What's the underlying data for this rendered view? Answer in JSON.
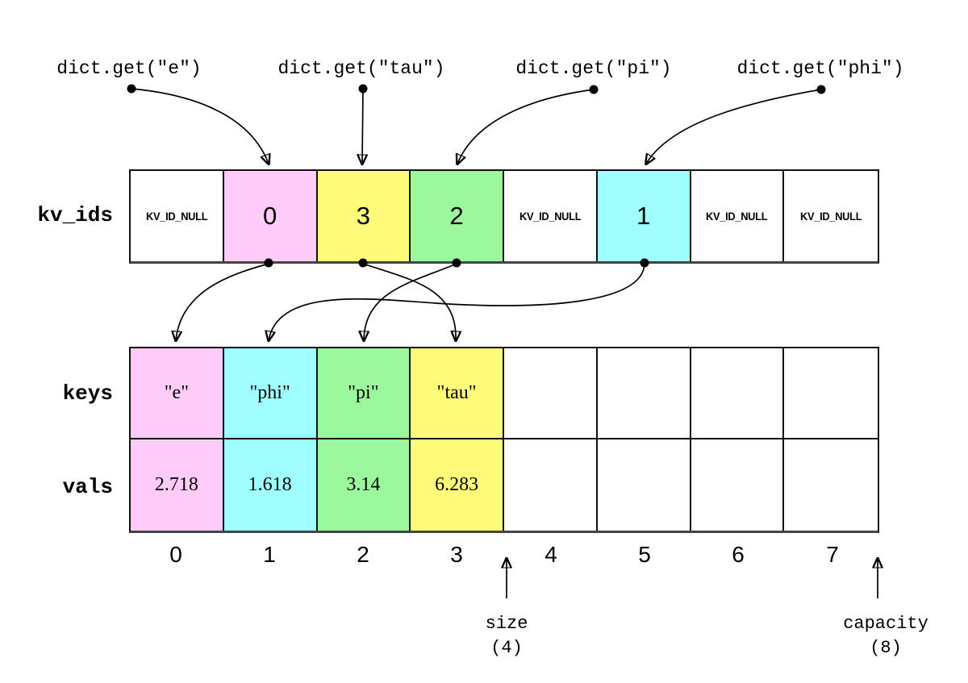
{
  "colors": {
    "pink": "#ffccfa",
    "yellow": "#fffc79",
    "green": "#9cf89c",
    "cyan": "#9ffffe",
    "white": "#ffffff",
    "line": "#000000"
  },
  "lookups": {
    "e": {
      "label": "dict.get(\"e\")"
    },
    "tau": {
      "label": "dict.get(\"tau\")"
    },
    "pi": {
      "label": "dict.get(\"pi\")"
    },
    "phi": {
      "label": "dict.get(\"phi\")"
    }
  },
  "kv_ids": {
    "label": "kv_ids",
    "cells": [
      {
        "text": "KV_ID_NULL",
        "color": "white",
        "kind": "null"
      },
      {
        "text": "0",
        "color": "pink",
        "kind": "id"
      },
      {
        "text": "3",
        "color": "yellow",
        "kind": "id"
      },
      {
        "text": "2",
        "color": "green",
        "kind": "id"
      },
      {
        "text": "KV_ID_NULL",
        "color": "white",
        "kind": "null"
      },
      {
        "text": "1",
        "color": "cyan",
        "kind": "id"
      },
      {
        "text": "KV_ID_NULL",
        "color": "white",
        "kind": "null"
      },
      {
        "text": "KV_ID_NULL",
        "color": "white",
        "kind": "null"
      }
    ]
  },
  "keys": {
    "label": "keys",
    "cells": [
      {
        "text": "\"e\"",
        "color": "pink"
      },
      {
        "text": "\"phi\"",
        "color": "cyan"
      },
      {
        "text": "\"pi\"",
        "color": "green"
      },
      {
        "text": "\"tau\"",
        "color": "yellow"
      },
      {
        "text": "",
        "color": "white"
      },
      {
        "text": "",
        "color": "white"
      },
      {
        "text": "",
        "color": "white"
      },
      {
        "text": "",
        "color": "white"
      }
    ]
  },
  "vals": {
    "label": "vals",
    "cells": [
      {
        "text": "2.718",
        "color": "pink"
      },
      {
        "text": "1.618",
        "color": "cyan"
      },
      {
        "text": "3.14",
        "color": "green"
      },
      {
        "text": "6.283",
        "color": "yellow"
      },
      {
        "text": "",
        "color": "white"
      },
      {
        "text": "",
        "color": "white"
      },
      {
        "text": "",
        "color": "white"
      },
      {
        "text": "",
        "color": "white"
      }
    ]
  },
  "indices": [
    "0",
    "1",
    "2",
    "3",
    "4",
    "5",
    "6",
    "7"
  ],
  "size_marker": {
    "label": "size",
    "value": "(4)"
  },
  "capacity_marker": {
    "label": "capacity",
    "value": "(8)"
  }
}
